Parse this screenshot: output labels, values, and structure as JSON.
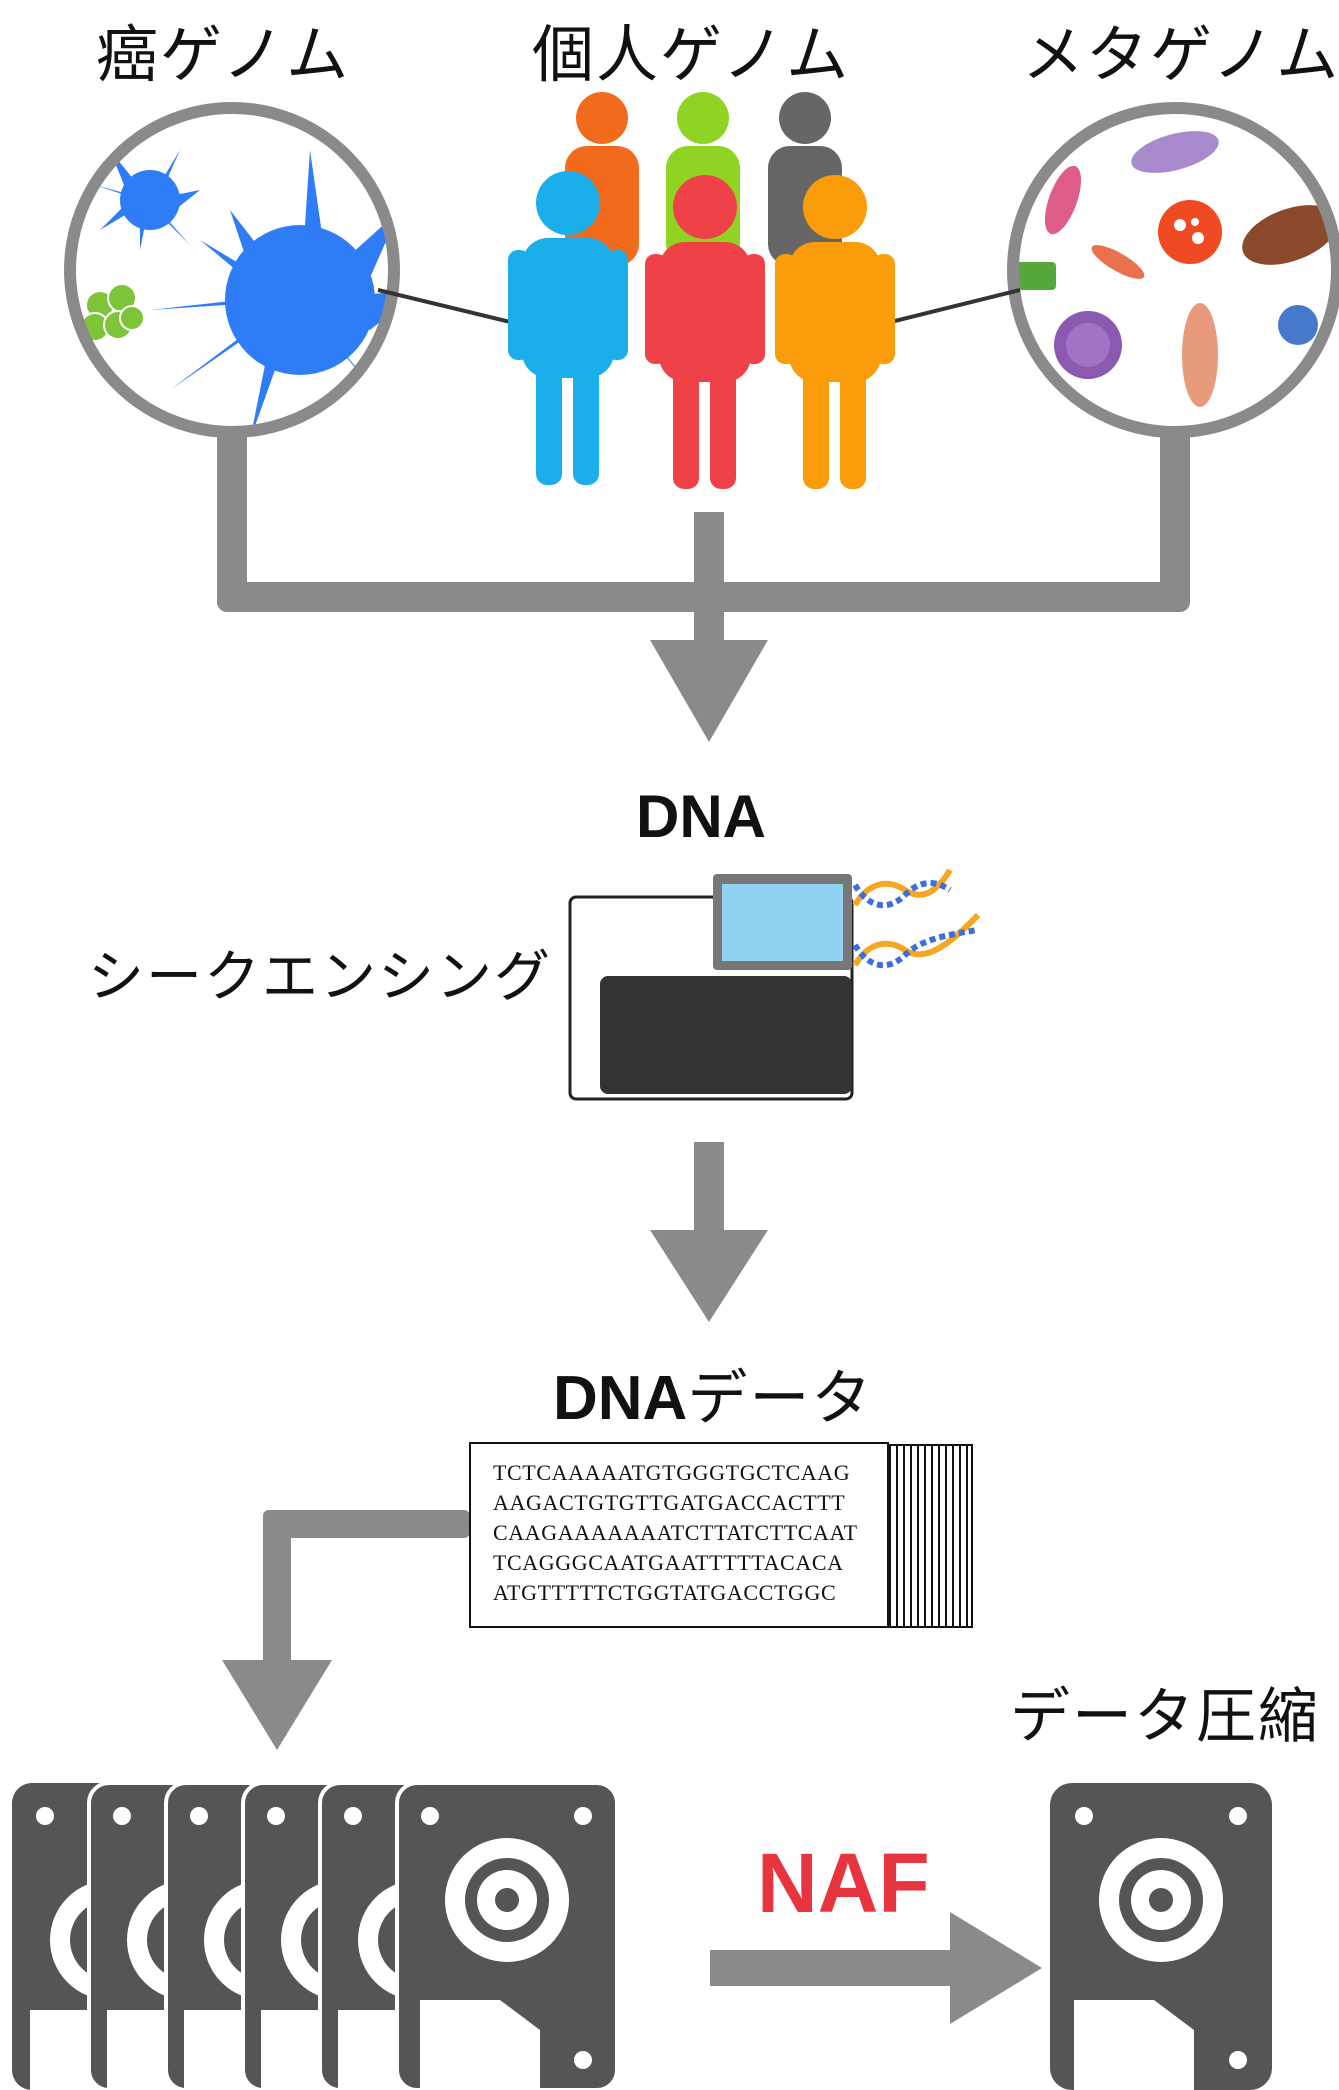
{
  "labels": {
    "cancer_genome": "癌ゲノム",
    "personal_genome": "個人ゲノム",
    "metagenome": "メタゲノム",
    "dna": "DNA",
    "sequencing": "シークエンシング",
    "dna_data_prefix": "DNA",
    "dna_data_suffix": "データ",
    "data_compression": "データ圧縮",
    "naf": "NAF"
  },
  "sequences": [
    "TCTCAAAAATGTGGGTGCTCAAG",
    "AAGACTGTGTTGATGACCACTTT",
    "CAAGAAAAAAATCTTATCTTCAAT",
    "TCAGGGCAATGAATTTTTACACA",
    "ATGTTTTTCTGGTATGACCTGGC"
  ],
  "colors": {
    "arrow": "#8a8a8a",
    "naf": "#e8343f",
    "cancer_cell": "#2f7df6",
    "green_cell": "#7ec43a",
    "person_orange": "#f26b1d",
    "person_lime": "#8fd423",
    "person_gray": "#666666",
    "person_blue": "#1aaeea",
    "person_red": "#ef4248",
    "person_amber": "#fb9c0b",
    "drive": "#555555"
  }
}
